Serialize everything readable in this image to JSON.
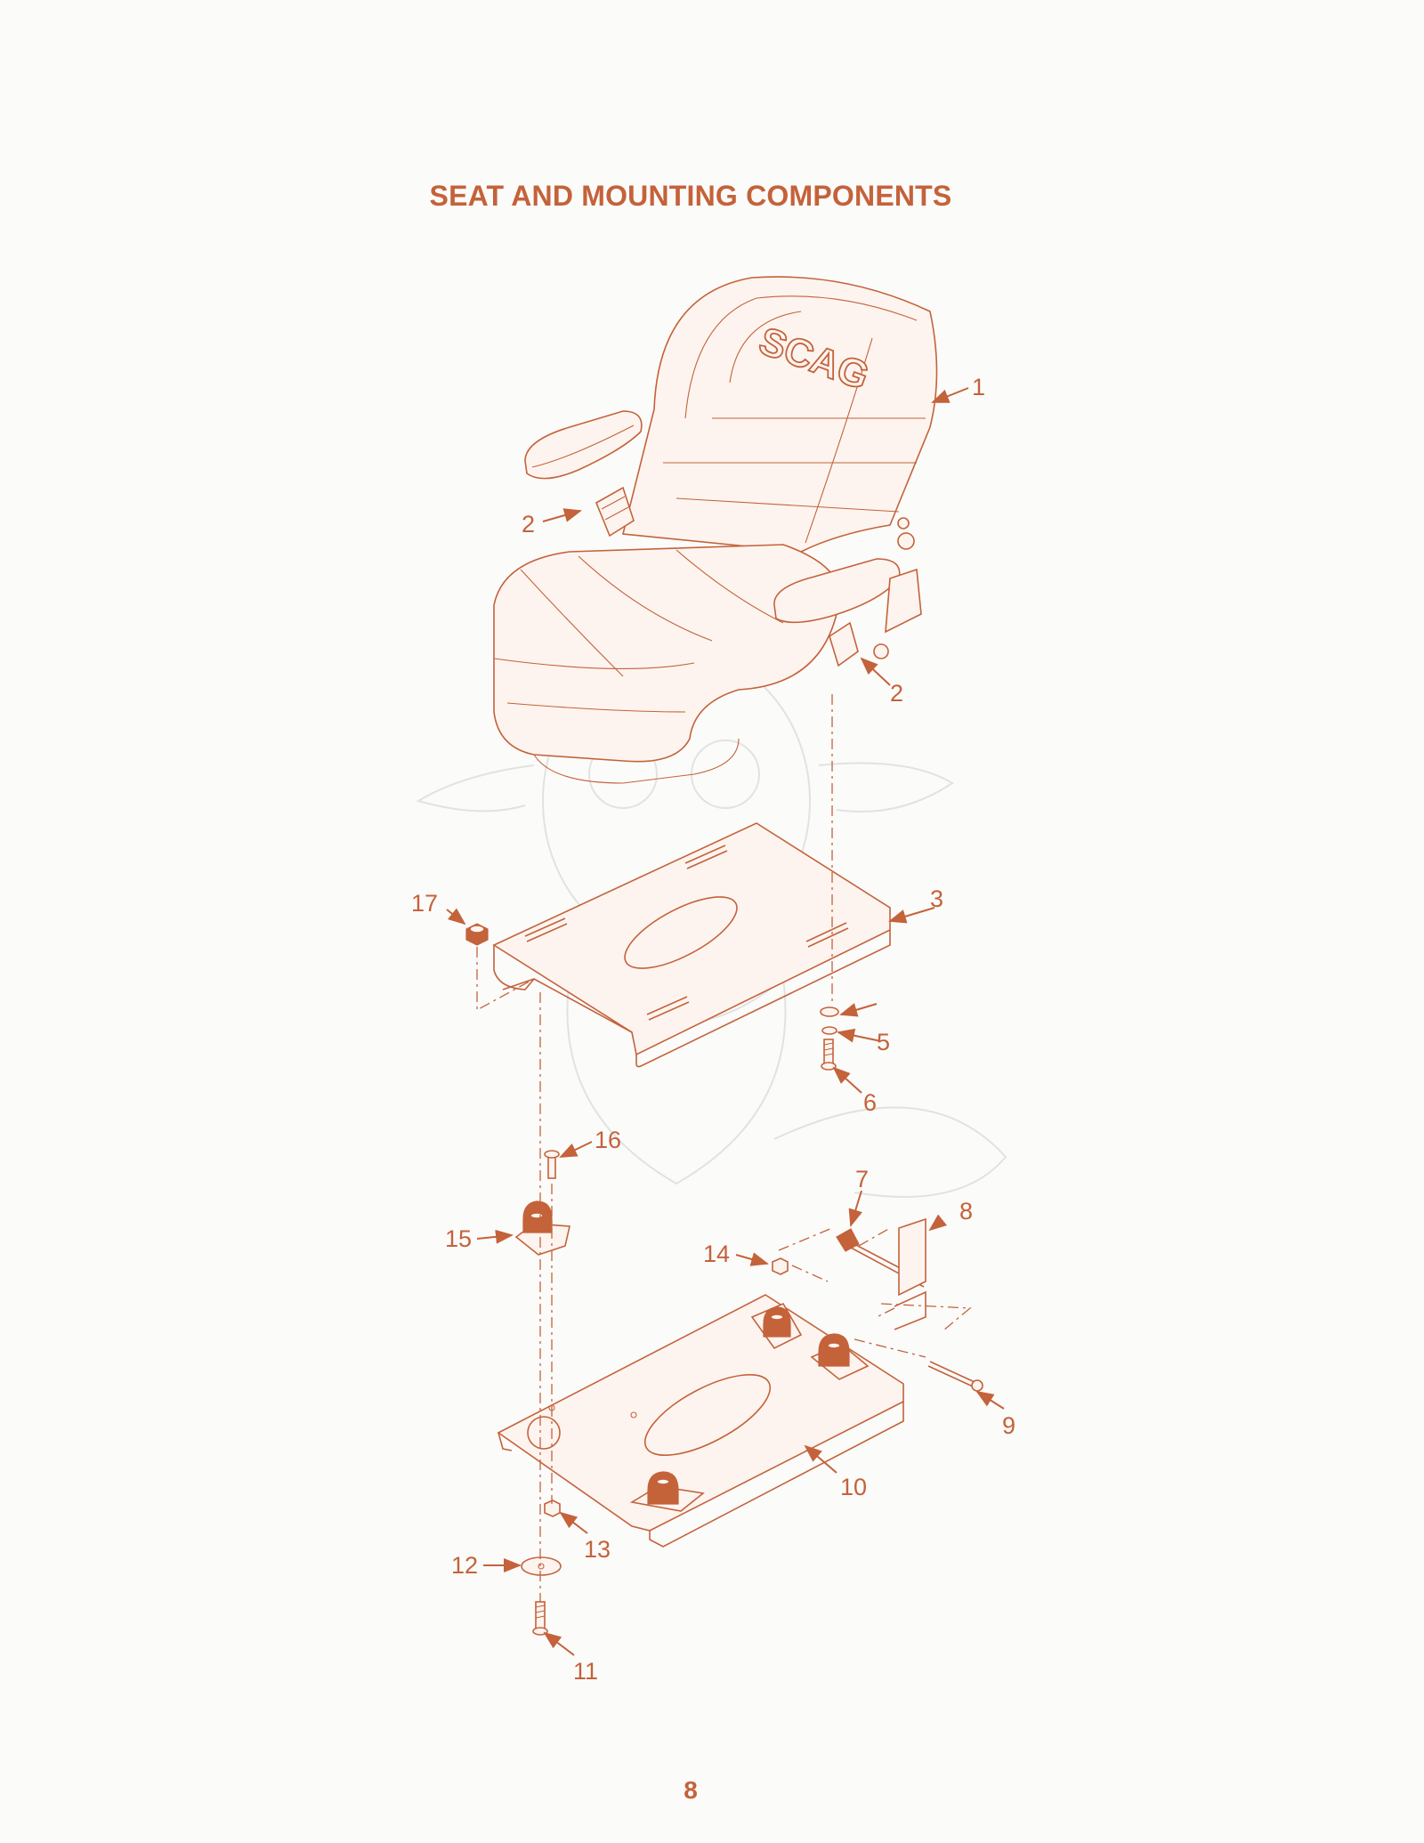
{
  "page": {
    "title": "SEAT AND MOUNTING COMPONENTS",
    "page_number": "8"
  },
  "seat_logo": "SCAG",
  "callouts": [
    "1",
    "2",
    "2",
    "3",
    "5",
    "6",
    "7",
    "8",
    "9",
    "10",
    "11",
    "12",
    "13",
    "14",
    "15",
    "16",
    "17"
  ],
  "colors": {
    "accent": "#c4623a",
    "background": "#fbfbfa"
  }
}
